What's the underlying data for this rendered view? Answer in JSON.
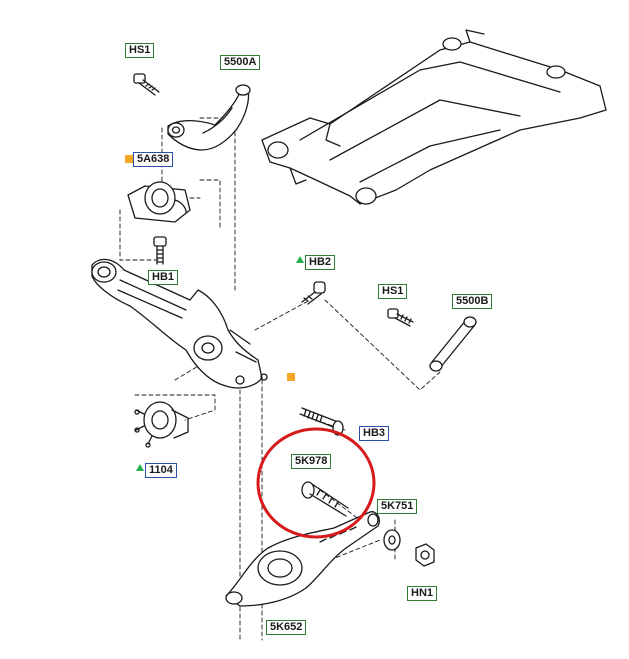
{
  "callouts": {
    "hs1_top": "HS1",
    "c5500a": "5500A",
    "c5a638": "5A638",
    "hb1": "HB1",
    "hb2": "HB2",
    "hs1_right": "HS1",
    "c5500b": "5500B",
    "hb3": "HB3",
    "c1104": "1104",
    "c5k978": "5K978",
    "c5k751": "5K751",
    "hn1": "HN1",
    "c5k652": "5K652"
  },
  "colors": {
    "line": "#1a1a1a",
    "callout_green_border": "#2e7d32",
    "callout_blue_border": "#2a4fa8",
    "marker_green": "#22b14c",
    "marker_orange": "#f5a623",
    "highlight_circle": "#d7191c"
  },
  "icons": {
    "new_part_marker": "green-triangle",
    "note_marker": "orange-square"
  }
}
